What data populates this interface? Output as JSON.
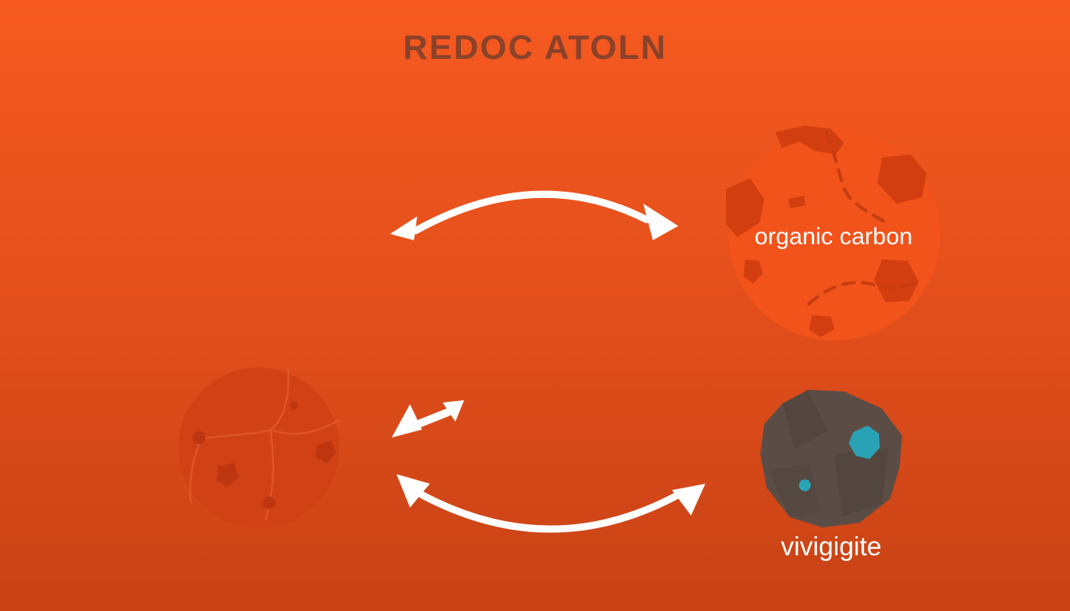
{
  "title": "REDOC ATOLN",
  "nodes": {
    "organic_carbon": {
      "label": "organic carbon"
    },
    "vivianite": {
      "label": "vivigigite"
    }
  },
  "icons": {
    "top_arrow": "curved-double-headed-arrow",
    "middle_arrow": "short-diagonal-double-headed-arrow",
    "bottom_arrow": "curved-double-headed-arrow"
  },
  "colors": {
    "bg-top": "#f65a20",
    "bg-bottom": "#c84215",
    "title": "#8a422a",
    "carbon-circle": "#f2531a",
    "carbon-patch": "#d33e10",
    "carbon-dash": "#c53c10",
    "left-sphere": "#d04115",
    "left-sphere-crack": "#de5526",
    "left-sphere-blob": "#bd3610",
    "rock": "#5b4d45",
    "rock-facet": "#4f423b",
    "mineral-teal": "#2aa2b6",
    "arrow": "#ffffff",
    "label": "#ffffff"
  }
}
